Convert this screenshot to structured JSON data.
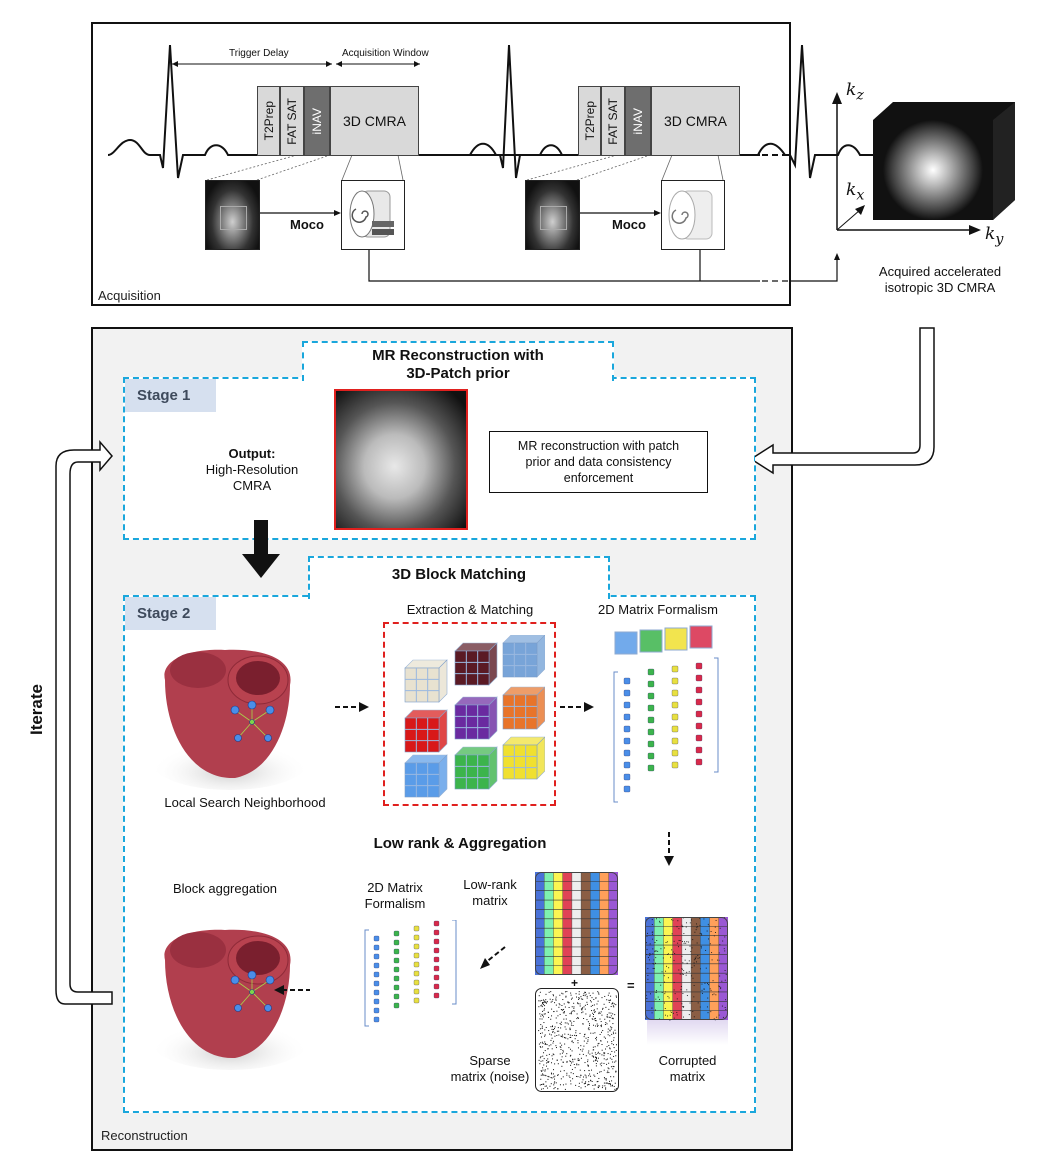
{
  "acquisition": {
    "panel_label": "Acquisition",
    "trigger_delay_label": "Trigger Delay",
    "acquisition_window_label": "Acquisition Window",
    "sequence_blocks": [
      "T2Prep",
      "FAT SAT",
      "iNAV",
      "3D CMRA"
    ],
    "moco_label": "Moco",
    "kspace": {
      "axis_z": "k",
      "axis_z_sub": "z",
      "axis_x": "k",
      "axis_x_sub": "x",
      "axis_y": "k",
      "axis_y_sub": "y",
      "caption_line1": "Acquired accelerated",
      "caption_line2": "isotropic 3D CMRA"
    }
  },
  "reconstruction": {
    "panel_label": "Reconstruction",
    "iterate_label": "Iterate",
    "stage1": {
      "tag": "Stage 1",
      "title_line1": "MR Reconstruction with",
      "title_line2": "3D-Patch prior",
      "output_bold": "Output:",
      "output_line1": "High-Resolution",
      "output_line2": "CMRA",
      "box_line1": "MR reconstruction with patch",
      "box_line2": "prior and data consistency",
      "box_line3": "enforcement"
    },
    "stage2": {
      "tag": "Stage 2",
      "title": "3D Block Matching",
      "local_search_label": "Local Search Neighborhood",
      "extraction_label": "Extraction & Matching",
      "matrix_formalism_label": "2D Matrix Formalism",
      "lowrank_title": "Low rank & Aggregation",
      "block_aggregation_label": "Block aggregation",
      "matrix_formalism2_line1": "2D Matrix",
      "matrix_formalism2_line2": "Formalism",
      "lowrank_matrix_line1": "Low-rank",
      "lowrank_matrix_line2": "matrix",
      "sparse_line1": "Sparse",
      "sparse_line2": "matrix (noise)",
      "corrupted_line1": "Corrupted",
      "corrupted_line2": "matrix",
      "plus": "+",
      "equals": "="
    }
  },
  "colors": {
    "stage_border": "#1aa7dc",
    "extraction_border": "#e0201e",
    "stage_tag_bg": "#d6e0ef",
    "matrix_columns": [
      "#4a72d8",
      "#7ef0b0",
      "#fbf552",
      "#e04356",
      "#eeeeee",
      "#8b5e44",
      "#3f8fe4",
      "#ffa05a",
      "#9a58d4"
    ],
    "cube_colors": [
      "#e8e2d0",
      "#5a1a24",
      "#78a4d8",
      "#d81818",
      "#6a2aa0",
      "#e8742a",
      "#5a9ce8",
      "#3cb44c",
      "#f0e030"
    ]
  }
}
